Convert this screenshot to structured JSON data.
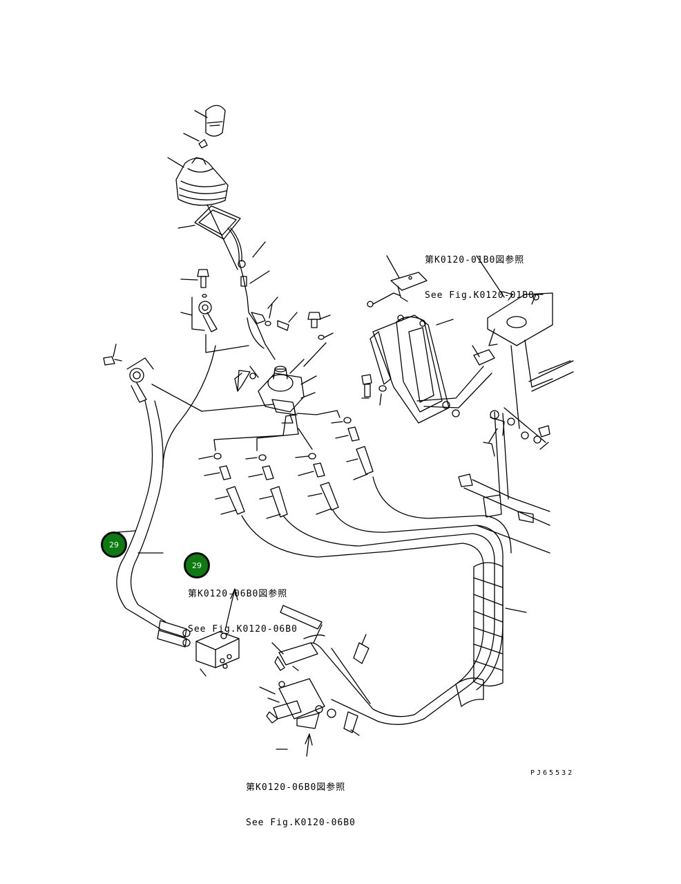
{
  "references": [
    {
      "id": "ref-top-right",
      "line1": "第K0120-01B0図参照",
      "line2": "See Fig.K0120-01B0"
    },
    {
      "id": "ref-middle",
      "line1": "第K0120-06B0図参照",
      "line2": "See Fig.K0120-06B0"
    },
    {
      "id": "ref-bottom",
      "line1": "第K0120-06B0図参照",
      "line2": "See Fig.K0120-06B0"
    }
  ],
  "drawing_code": "PJ65532",
  "hotspots": [
    {
      "label": "29",
      "color": "#0f7a13"
    },
    {
      "label": "29",
      "color": "#0f7a13"
    }
  ]
}
